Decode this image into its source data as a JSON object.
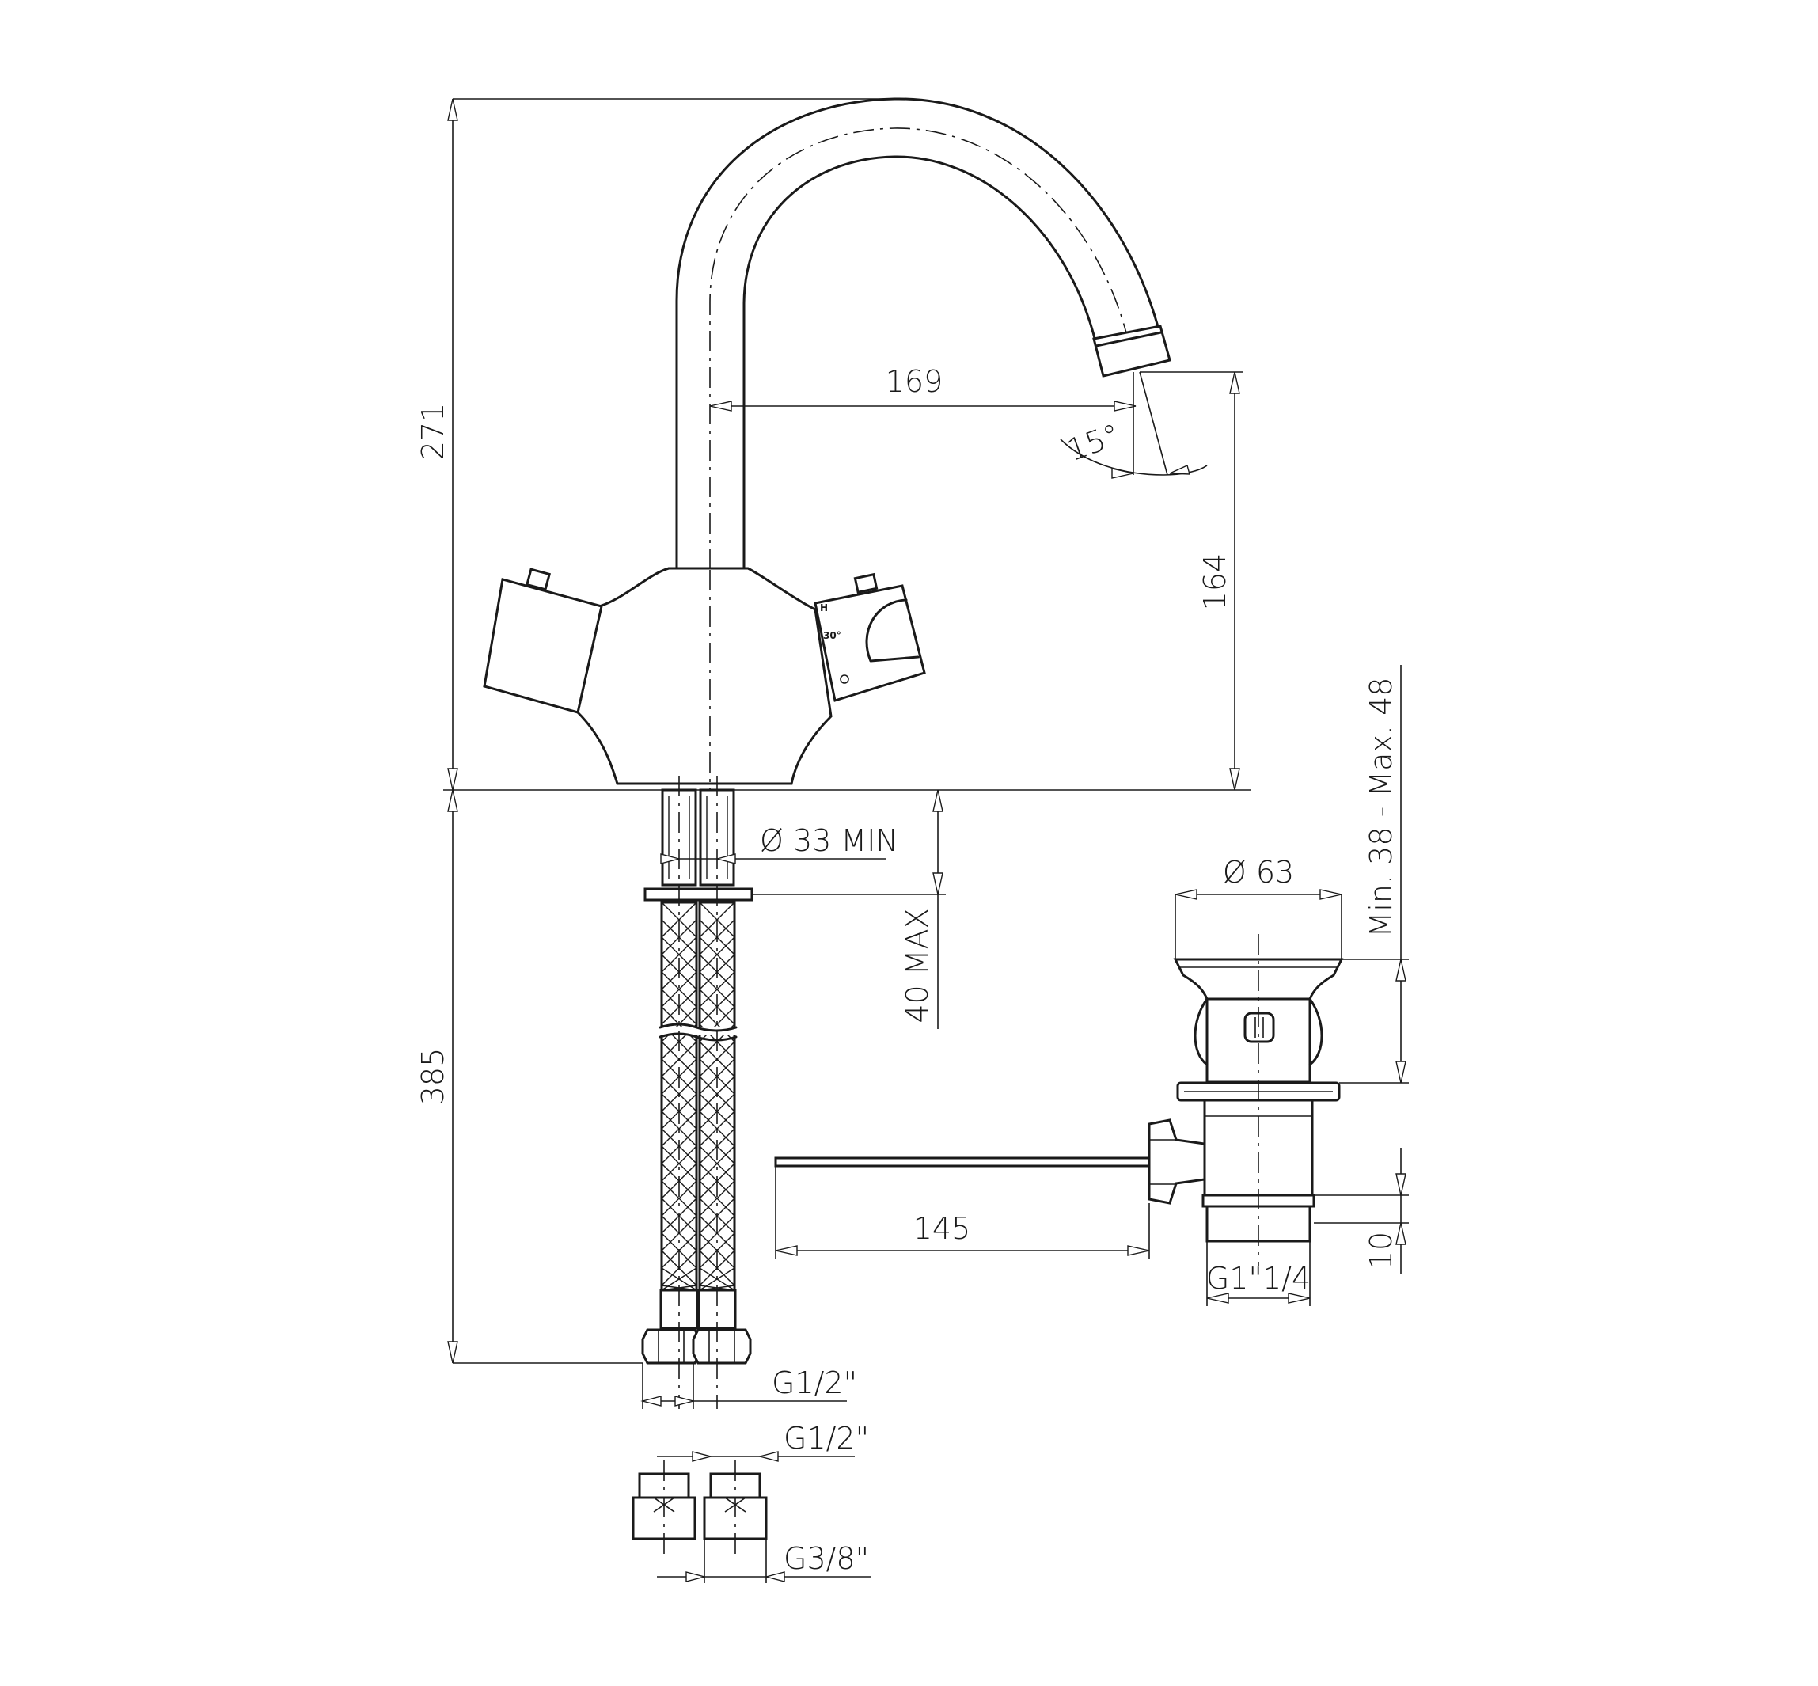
{
  "dimensions": {
    "spout_height": "271",
    "spout_reach": "169",
    "spout_angle": "15°",
    "outlet_height": "164",
    "hole_diameter": "Ø 33 MIN",
    "deck_thickness": "40 MAX",
    "hose_length": "385",
    "hose_thread": "G1/2\"",
    "adapter_thread_top": "G1/2\"",
    "adapter_thread_bottom": "G3/8\"",
    "waste_diameter": "Ø 63",
    "waste_thickness_range": "Min. 38  -  Max. 48",
    "pop_up_rod_length": "145",
    "waste_thread": "G1\"1/4",
    "waste_thread_length": "10"
  },
  "handle_markings": {
    "temperature_stop": "30°",
    "hot_mark": "H"
  }
}
